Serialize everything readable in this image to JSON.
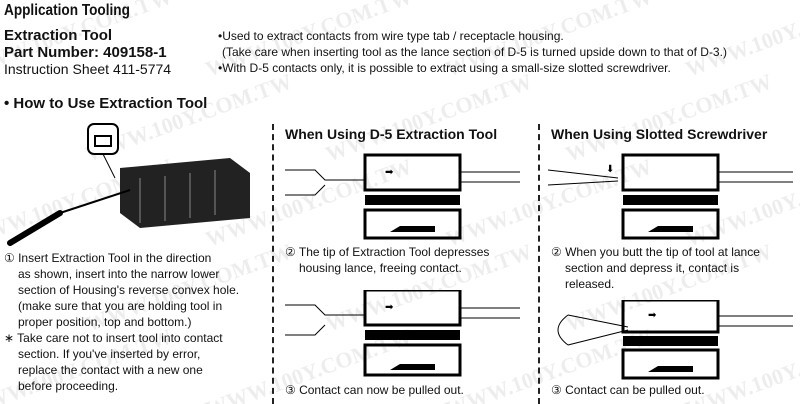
{
  "header": {
    "title": "Application Tooling",
    "tool_name": "Extraction Tool",
    "part_number": "Part Number: 409158-1",
    "instruction_sheet": "Instruction Sheet 411-5774"
  },
  "notes": [
    "•Used to extract contacts from wire type tab / receptacle housing.",
    "(Take care when inserting tool as the lance section of D-5 is turned upside down to that of D-3.)",
    "•With D-5 contacts only, it is possible to extract using a small-size slotted screwdriver."
  ],
  "section_title": "• How to Use Extraction Tool",
  "step1": [
    "① Insert Extraction Tool in the direction",
    "as shown, insert into the narrow lower",
    "section of Housing's reverse convex hole.",
    "(make sure that you are holding tool in",
    "proper position, top and bottom.)",
    "∗ Take care not to insert tool into contact",
    "section. If you've inserted by error,",
    "replace the contact with a new one",
    "before proceeding."
  ],
  "d5": {
    "title": "When Using D-5 Extraction Tool",
    "step2": [
      "② The tip of Extraction Tool depresses",
      "housing lance, freeing contact."
    ],
    "step3": "③ Contact can now be pulled out."
  },
  "screwdriver": {
    "title": "When Using Slotted Screwdriver",
    "step2": [
      "② When you butt the tip of tool at lance",
      "section and depress it, contact is",
      "released."
    ],
    "step3": "③ Contact can be pulled out."
  },
  "watermark": "WWW.100Y.COM.TW"
}
